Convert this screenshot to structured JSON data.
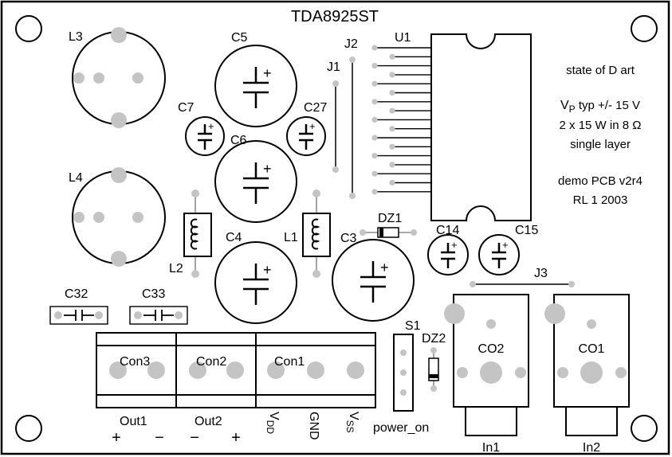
{
  "board": {
    "title": "TDA8925ST",
    "info_lines": [
      "state of D art",
      "",
      "V",
      "P",
      " typ +/- 15 V",
      "2 x 15 W in 8 Ω",
      "single layer",
      "demo PCB v2r4",
      "RL 1 2003"
    ]
  },
  "info": {
    "line1": "state of D art",
    "vp_v": "V",
    "vp_sub": "P",
    "vp_rest": " typ +/- 15 V",
    "line3": "2 x 15 W in 8 Ω",
    "line4": "single layer",
    "line5": "demo PCB v2r4",
    "line6": "RL 1 2003"
  },
  "refs": {
    "L1": "L1",
    "L2": "L2",
    "L3": "L3",
    "L4": "L4",
    "C3": "C3",
    "C4": "C4",
    "C5": "C5",
    "C6": "C6",
    "C7": "C7",
    "C14": "C14",
    "C15": "C15",
    "C27": "C27",
    "C32": "C32",
    "C33": "C33",
    "J1": "J1",
    "J2": "J2",
    "J3": "J3",
    "U1": "U1",
    "DZ1": "DZ1",
    "DZ2": "DZ2",
    "S1": "S1",
    "CO1": "CO1",
    "CO2": "CO2",
    "Con1": "Con1",
    "Con2": "Con2",
    "Con3": "Con3"
  },
  "connector_labels": {
    "out1": "Out1",
    "out2": "Out2",
    "vdd_v": "V",
    "vdd_sub": "DD",
    "gnd": "GND",
    "vss_v": "V",
    "vss_sub": "SS",
    "power_on": "power_on",
    "in1": "In1",
    "in2": "In2"
  },
  "polarity": {
    "out1_plus": "+",
    "out1_minus": "−",
    "out2_minus": "−",
    "out2_plus": "+",
    "cap_plus": "+"
  },
  "colors": {
    "outline": "#000000",
    "pad": "#c4c4c4",
    "trace": "#8c8c8c",
    "background": "#ffffff"
  }
}
